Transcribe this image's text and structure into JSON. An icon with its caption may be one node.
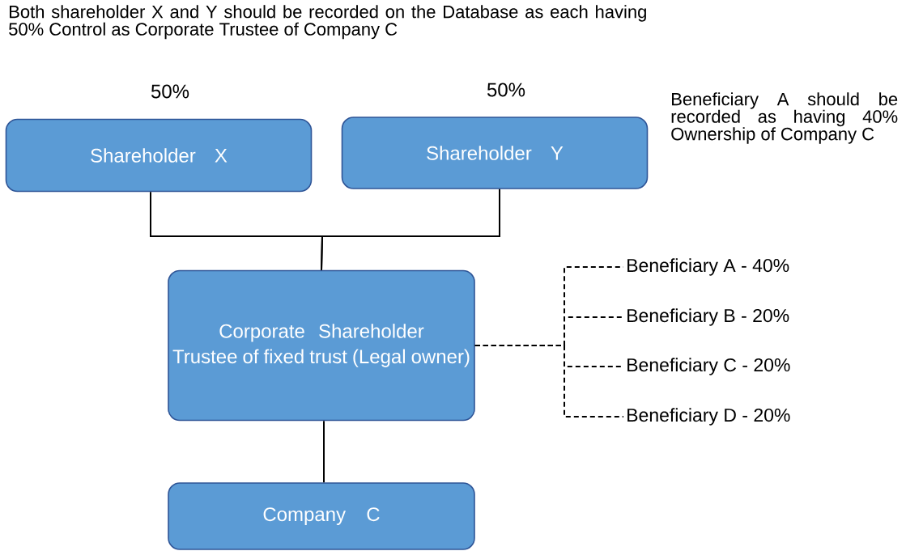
{
  "diagram": {
    "nodes": [
      {
        "text": [
          "Shareholder X"
        ],
        "beside": [
          "50%"
        ]
      },
      {
        "text": [
          "Shareholder Y"
        ],
        "beside": [
          "50%"
        ]
      },
      {
        "text": [
          "Corporate Shareholder",
          "Trustee of fixed trust (Legal owner)"
        ]
      },
      {
        "text": [
          "Company C"
        ]
      },
      {
        "text": [
          "Beneficiary A - 40%"
        ]
      },
      {
        "text": [
          "Beneficiary B - 20%"
        ]
      },
      {
        "text": [
          "Beneficiary C - 20%"
        ]
      },
      {
        "text": [
          "Beneficiary D - 20%"
        ]
      }
    ],
    "edges": [
      {
        "from": 0,
        "to": 2,
        "arrow": "none"
      },
      {
        "from": 1,
        "to": 2,
        "arrow": "none"
      },
      {
        "from": 2,
        "to": 3,
        "arrow": "none"
      },
      {
        "from": 2,
        "to": 4,
        "arrow": "none",
        "style": "dashed"
      },
      {
        "from": 2,
        "to": 5,
        "arrow": "none",
        "style": "dashed"
      },
      {
        "from": 2,
        "to": 6,
        "arrow": "none",
        "style": "dashed"
      },
      {
        "from": 2,
        "to": 7,
        "arrow": "none",
        "style": "dashed"
      }
    ],
    "labels": [
      "Both shareholder X and Y should be recorded on the Database as each having 50% Control as Corporate Trustee of Company C",
      "Beneficiary A should be recorded as having 40% Ownership of Company C"
    ]
  }
}
